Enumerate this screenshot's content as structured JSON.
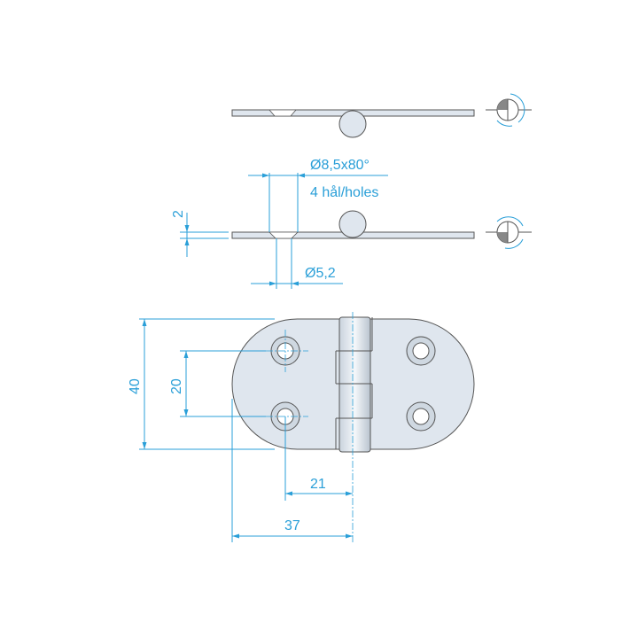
{
  "title": "Hinge technical drawing",
  "annotations": {
    "countersink": "Ø8,5x80°",
    "holes": "4 hål/holes",
    "hole_diameter": "Ø5,2",
    "thickness": "2",
    "height": "40",
    "hole_spacing": "20",
    "hole_to_axis": "21",
    "edge_to_axis": "37"
  },
  "colors": {
    "dimension": "#2a9fd8",
    "part_fill": "#dfe6ee",
    "outline": "#555555"
  }
}
